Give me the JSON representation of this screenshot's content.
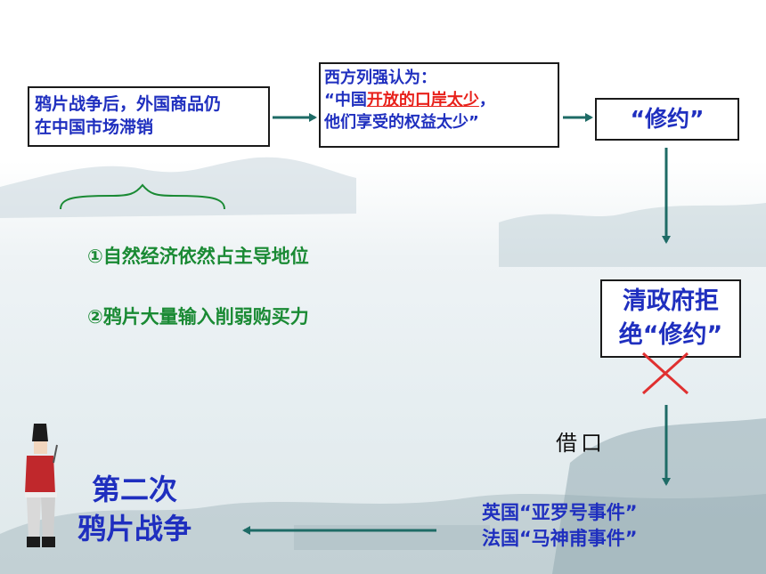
{
  "boxes": {
    "origin_line1": "鸦片战争后，外国商品仍",
    "origin_line2": "在中国市场滞销",
    "west_line1": "西方列强认为：",
    "west_line2_pre": "“中国",
    "west_line2_red": "开放的口岸太少",
    "west_line2_post": "，",
    "west_line3": "他们享受的权益太少”",
    "revise": "“修约”",
    "refuse_line1": "清政府拒",
    "refuse_line2": "绝“修约”"
  },
  "reasons": {
    "item1": "①自然经济依然占主导地位",
    "item2": "②鸦片大量输入削弱购买力"
  },
  "pretext": "借口",
  "events": {
    "line1": "英国“亚罗号事件”",
    "line2": "法国“马神甫事件”"
  },
  "result": {
    "line1": "第二次",
    "line2": "鸦片战争"
  },
  "colors": {
    "blue_text": "#1f2fbf",
    "red_highlight": "#e8211b",
    "green_text": "#1a8a34",
    "arrow_teal": "#1e6b66",
    "cross_red": "#e03030"
  }
}
